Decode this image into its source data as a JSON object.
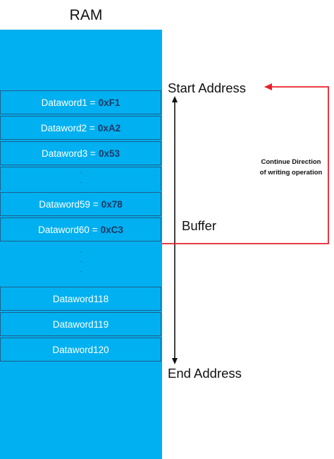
{
  "title": "RAM",
  "datawords": [
    {
      "label": "Dataword1 = ",
      "hex": "0xF1"
    },
    {
      "label": "Dataword2 = ",
      "hex": "0xA2"
    },
    {
      "label": "Dataword3 = ",
      "hex": "0x53"
    },
    {
      "label": "Dataword59 = ",
      "hex": "0x78"
    },
    {
      "label": "Dataword60 = ",
      "hex": "0xC3"
    },
    {
      "label": "Dataword118",
      "hex": ""
    },
    {
      "label": "Dataword119",
      "hex": ""
    },
    {
      "label": "Dataword120",
      "hex": ""
    }
  ],
  "labels": {
    "start_address": "Start Address",
    "buffer": "Buffer",
    "end_address": "End Address",
    "note_line1": "Continue  Direction",
    "note_line2": "of writing operation"
  },
  "colors": {
    "ram_fill": "#00b0f0",
    "hex_text": "#1f3864",
    "feedback_arrow": "#e8202a"
  }
}
